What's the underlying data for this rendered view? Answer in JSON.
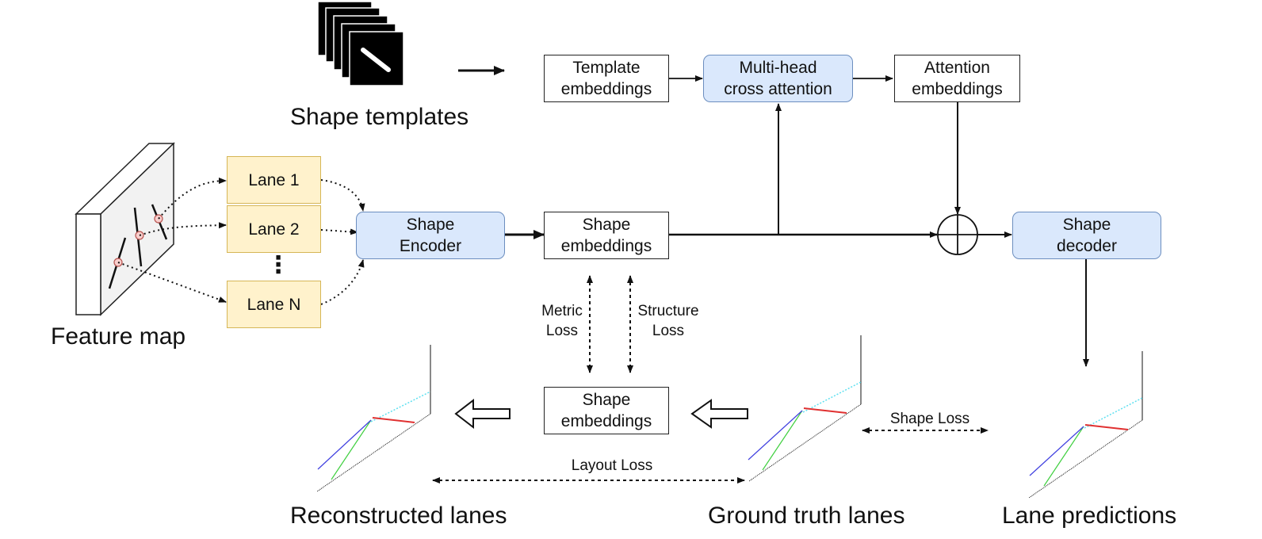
{
  "nodes": {
    "template_embeddings": "Template\nembeddings",
    "multi_head": "Multi-head\ncross attention",
    "attention_embeddings": "Attention\nembeddings",
    "lane_1": "Lane 1",
    "lane_2": "Lane 2",
    "lane_dots": "⋮",
    "lane_n": "Lane N",
    "shape_encoder": "Shape\nEncoder",
    "shape_embeddings_top": "Shape\nembeddings",
    "shape_embeddings_bottom": "Shape\nembeddings",
    "shape_decoder": "Shape\ndecoder"
  },
  "labels": {
    "shape_templates": "Shape templates",
    "feature_map": "Feature map",
    "reconstructed_lanes": "Reconstructed lanes",
    "ground_truth_lanes": "Ground truth lanes",
    "lane_predictions": "Lane predictions"
  },
  "losses": {
    "metric": "Metric\nLoss",
    "structure": "Structure\nLoss",
    "shape": "Shape Loss",
    "layout": "Layout Loss"
  },
  "colors": {
    "encoder_fill": "#dae8fc",
    "encoder_border": "#6c8ebf",
    "lane_fill": "#fff2cc",
    "lane_border": "#d6b656",
    "point_fill": "#f8cecc",
    "point_border": "#b85450",
    "lane_cyan": "#5ee0f0",
    "lane_red": "#e03030",
    "lane_green": "#40d040",
    "lane_blue": "#4040e0"
  }
}
